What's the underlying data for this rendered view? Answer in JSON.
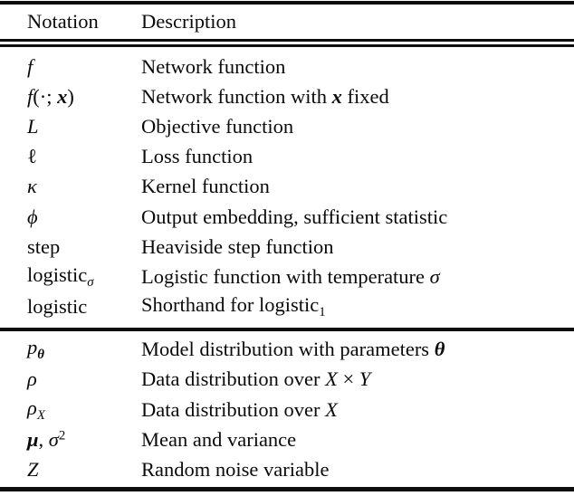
{
  "page": {
    "background": "#ffffff",
    "text_color": "#0a0a0a",
    "rule_color": "#0d0d0d"
  },
  "table": {
    "headers": [
      "Notation",
      "Description"
    ],
    "sections": [
      {
        "rows": [
          {
            "notation": [
              {
                "t": "f",
                "s": "it"
              }
            ],
            "description": [
              {
                "t": "Network function",
                "s": "rm"
              }
            ]
          },
          {
            "notation": [
              {
                "t": "f",
                "s": "it"
              },
              {
                "t": "(·; ",
                "s": "rm"
              },
              {
                "t": "x",
                "s": "bi"
              },
              {
                "t": ")",
                "s": "rm"
              }
            ],
            "description": [
              {
                "t": "Network function with ",
                "s": "rm"
              },
              {
                "t": "x",
                "s": "bi"
              },
              {
                "t": " fixed",
                "s": "rm"
              }
            ]
          },
          {
            "notation": [
              {
                "t": "L",
                "s": "it"
              }
            ],
            "description": [
              {
                "t": "Objective function",
                "s": "rm"
              }
            ]
          },
          {
            "notation": [
              {
                "t": "ℓ",
                "s": "rm"
              }
            ],
            "description": [
              {
                "t": "Loss function",
                "s": "rm"
              }
            ]
          },
          {
            "notation": [
              {
                "t": "κ",
                "s": "it"
              }
            ],
            "description": [
              {
                "t": "Kernel function",
                "s": "rm"
              }
            ]
          },
          {
            "notation": [
              {
                "t": "ϕ",
                "s": "it"
              }
            ],
            "description": [
              {
                "t": "Output embedding, sufficient statistic",
                "s": "rm"
              }
            ]
          },
          {
            "notation": [
              {
                "t": "step",
                "s": "rm"
              }
            ],
            "description": [
              {
                "t": "Heaviside step function",
                "s": "rm"
              }
            ]
          },
          {
            "notation": [
              {
                "t": "logistic",
                "s": "rm"
              },
              {
                "t": "σ",
                "s": "sub it"
              }
            ],
            "description": [
              {
                "t": "Logistic function with temperature ",
                "s": "rm"
              },
              {
                "t": "σ",
                "s": "it"
              }
            ]
          },
          {
            "notation": [
              {
                "t": "logistic",
                "s": "rm"
              }
            ],
            "description": [
              {
                "t": "Shorthand for logistic",
                "s": "rm"
              },
              {
                "t": "1",
                "s": "sub"
              }
            ]
          }
        ]
      },
      {
        "rows": [
          {
            "notation": [
              {
                "t": "p",
                "s": "it"
              },
              {
                "t": "θ",
                "s": "sub bi"
              }
            ],
            "description": [
              {
                "t": "Model distribution with parameters ",
                "s": "rm"
              },
              {
                "t": "θ",
                "s": "bi"
              }
            ]
          },
          {
            "notation": [
              {
                "t": "ρ",
                "s": "it"
              }
            ],
            "description": [
              {
                "t": "Data distribution over ",
                "s": "rm"
              },
              {
                "t": "X",
                "s": "cal"
              },
              {
                "t": " × ",
                "s": "rm"
              },
              {
                "t": "Y",
                "s": "cal"
              }
            ]
          },
          {
            "notation": [
              {
                "t": "ρ",
                "s": "it"
              },
              {
                "t": "X",
                "s": "sub cal"
              }
            ],
            "description": [
              {
                "t": "Data distribution over ",
                "s": "rm"
              },
              {
                "t": "X",
                "s": "cal"
              }
            ]
          },
          {
            "notation": [
              {
                "t": "μ",
                "s": "bi"
              },
              {
                "t": ", ",
                "s": "rm"
              },
              {
                "t": "σ",
                "s": "it"
              },
              {
                "t": "2",
                "s": "sup"
              }
            ],
            "description": [
              {
                "t": "Mean and variance",
                "s": "rm"
              }
            ]
          },
          {
            "notation": [
              {
                "t": "Z",
                "s": "it"
              }
            ],
            "description": [
              {
                "t": "Random noise variable",
                "s": "rm"
              }
            ]
          }
        ]
      }
    ]
  }
}
